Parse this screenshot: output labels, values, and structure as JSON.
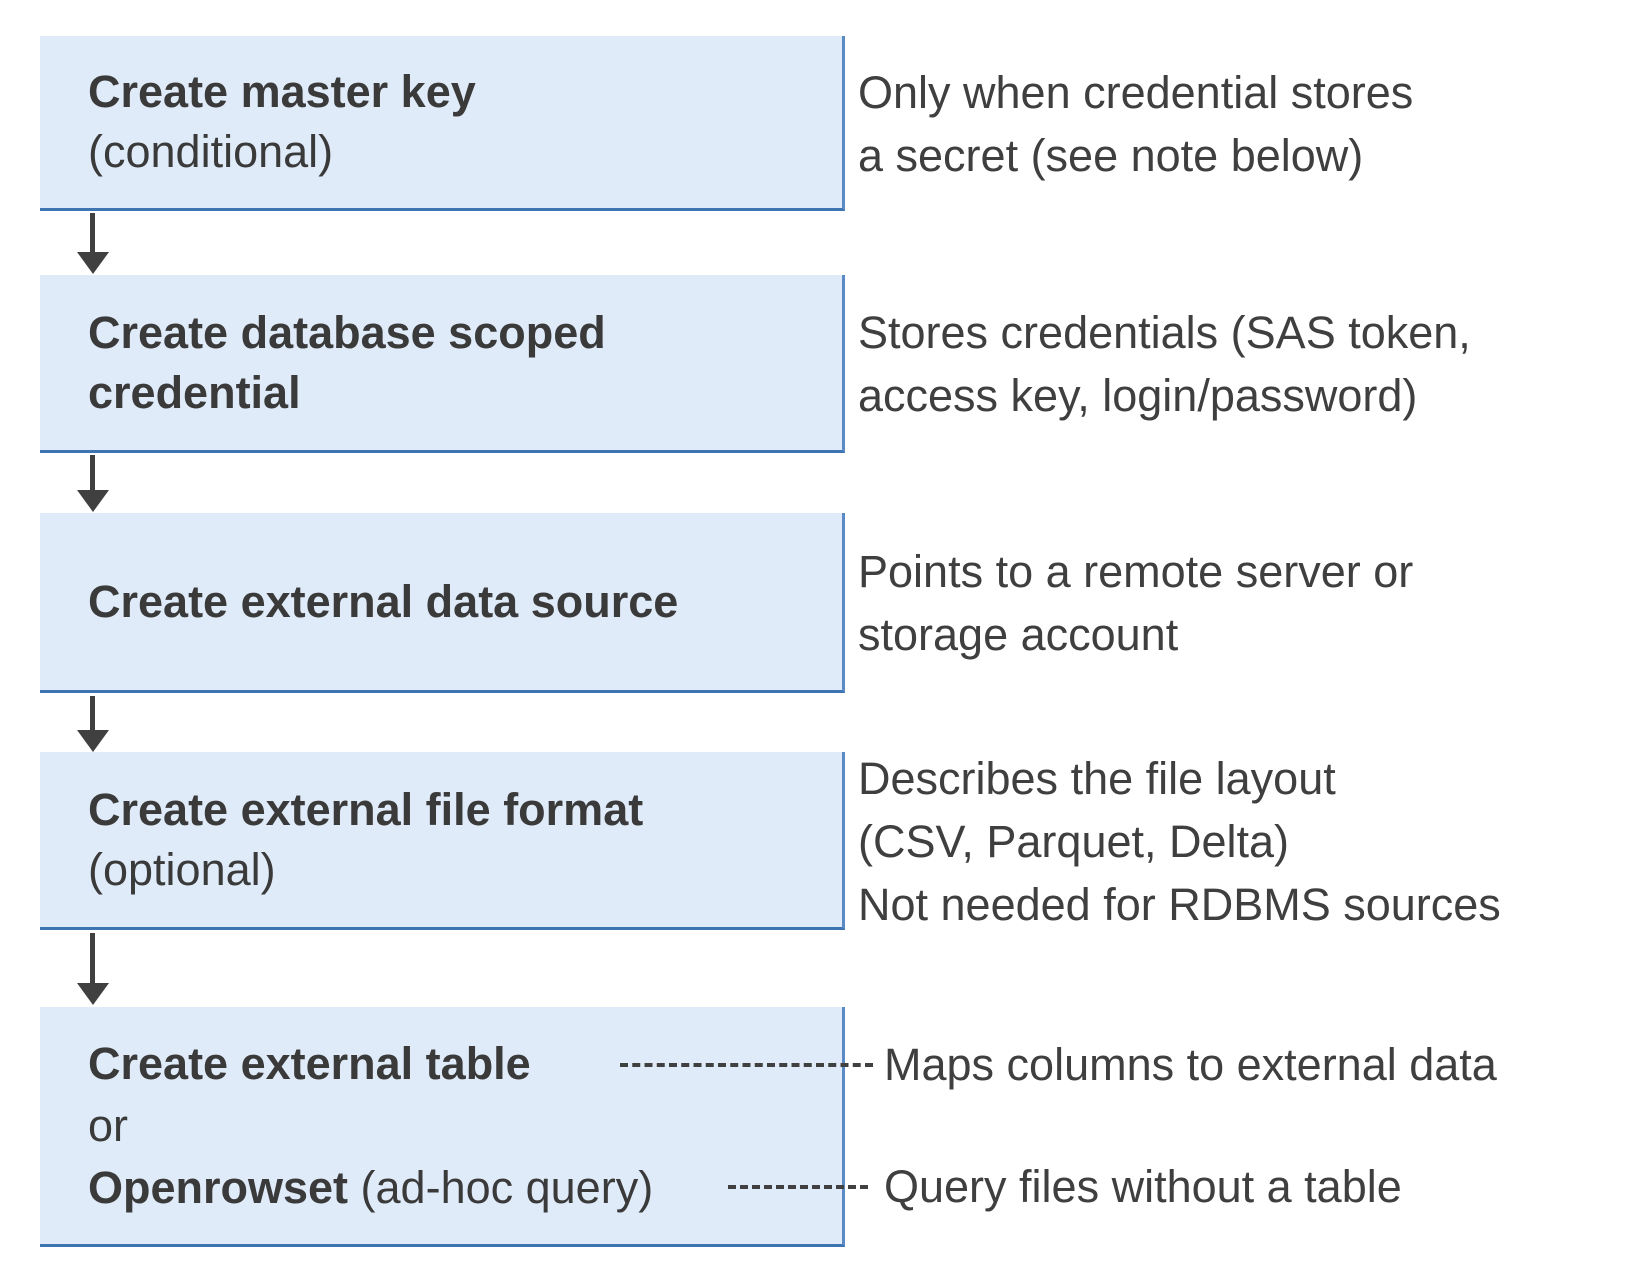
{
  "colors": {
    "box_fill": "#e0ebf9",
    "box_border_right": "#5b8ac5",
    "box_border_bottom": "#3d74b2",
    "arrow_color": "#404040",
    "text_color": "#3a3a3a",
    "note_color": "#3f3f3f"
  },
  "flow": {
    "steps": [
      {
        "title": "Create master key",
        "subtitle": "(conditional)",
        "note_lines": [
          "Only when credential stores",
          "a secret (see note below)"
        ]
      },
      {
        "title_lines": [
          "Create database scoped",
          "credential"
        ],
        "note_lines": [
          "Stores credentials (SAS token,",
          "access key, login/password)"
        ]
      },
      {
        "title": "Create external data source",
        "note_lines": [
          "Points to a remote server or",
          "storage account"
        ]
      },
      {
        "title": "Create external file format",
        "subtitle": "(optional)",
        "note_lines": [
          "Describes the file layout",
          "(CSV, Parquet, Delta)",
          "Not needed for RDBMS sources"
        ]
      },
      {
        "option1": "Create external table",
        "or_label": "or",
        "option2_bold": "Openrowset",
        "option2_rest": " (ad-hoc query)",
        "note_table": "Maps columns to external data",
        "note_openrowset": "Query files without a table"
      }
    ]
  }
}
